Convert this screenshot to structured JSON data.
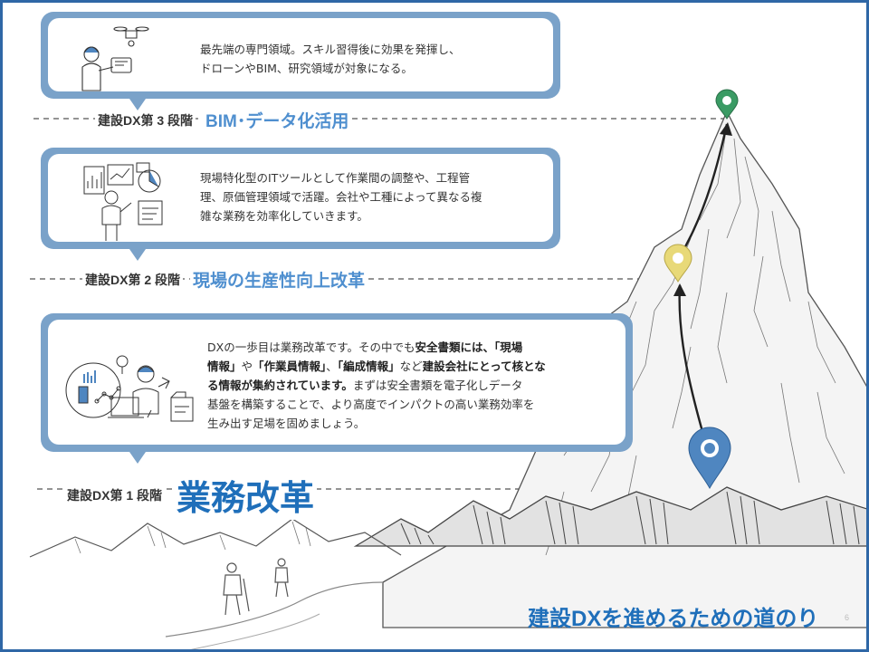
{
  "stages": [
    {
      "id": "stage3",
      "label": "建設DX第 3 段階",
      "title": "BIM･データ化活用",
      "description": [
        {
          "text": "最先端の専門領域。スキル習得後に効果を発揮し、"
        },
        {
          "br": true
        },
        {
          "text": "ドローンやBIM、研究領域が対象になる。"
        }
      ]
    },
    {
      "id": "stage2",
      "label": "建設DX第 2 段階",
      "title": "現場の生産性向上改革",
      "description": [
        {
          "text": "現場特化型のITツールとして作業間の調整や、工程管"
        },
        {
          "br": true
        },
        {
          "text": "理、原価管理領域で活躍。会社や工種によって異なる複"
        },
        {
          "br": true
        },
        {
          "text": "雑な業務を効率化していきます。"
        }
      ]
    },
    {
      "id": "stage1",
      "label": "建設DX第 1 段階",
      "title": "業務改革",
      "description": [
        {
          "text": "DXの一歩目は業務改革です。その中でも"
        },
        {
          "text": "安全書類には、「現場",
          "bold": true
        },
        {
          "br": true
        },
        {
          "text": "情報」",
          "bold": true
        },
        {
          "text": "や"
        },
        {
          "text": "「作業員情報」",
          "bold": true
        },
        {
          "text": "、"
        },
        {
          "text": "「編成情報」",
          "bold": true
        },
        {
          "text": "など"
        },
        {
          "text": "建設会社にとって核とな",
          "bold": true
        },
        {
          "br": true
        },
        {
          "text": "る情報が集約されています。",
          "bold": true
        },
        {
          "text": "まずは安全書類を電子化しデータ"
        },
        {
          "br": true
        },
        {
          "text": "基盤を構築することで、より高度でインパクトの高い業務効率を"
        },
        {
          "br": true
        },
        {
          "text": "生み出す足場を固めましょう。"
        }
      ]
    }
  ],
  "footer": {
    "title": "建設DXを進めるための道のり",
    "page_number": "6"
  },
  "colors": {
    "frame": "#2f67a6",
    "card_border": "#7aa2c9",
    "title_blue": "#1f6fba",
    "stage_title": "#4f8fcf",
    "pin_green": "#3a9b64",
    "pin_yellow": "#e8d978",
    "pin_blue": "#4f86c0"
  }
}
